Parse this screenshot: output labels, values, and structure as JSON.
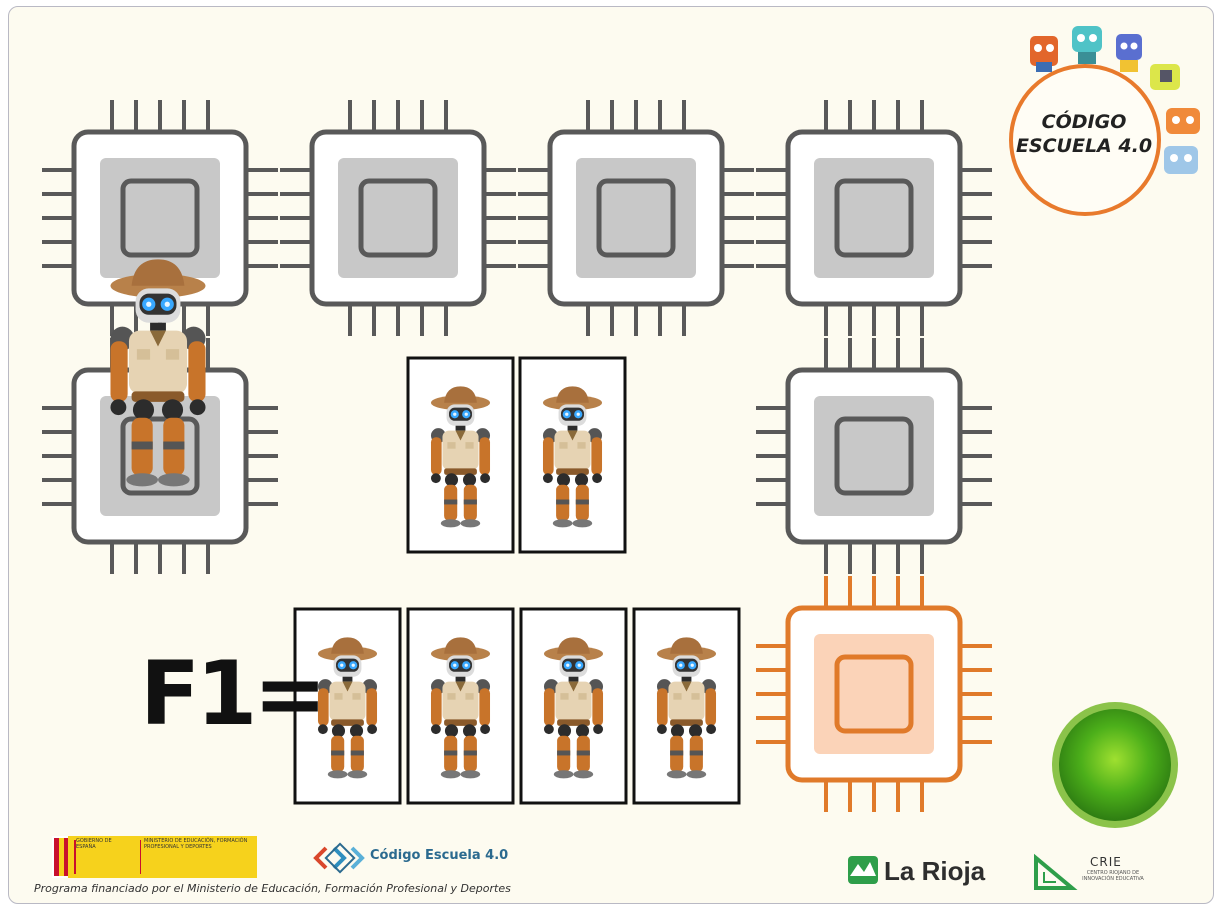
{
  "logo": {
    "title_line1": "CÓDIGO",
    "title_line2": "ESCUELA 4.0"
  },
  "program": {
    "function_label": "F1="
  },
  "board": {
    "tiles": [
      {
        "id": "tile-1-1",
        "state": "normal"
      },
      {
        "id": "tile-1-2",
        "state": "normal"
      },
      {
        "id": "tile-1-3",
        "state": "normal"
      },
      {
        "id": "tile-1-4",
        "state": "normal"
      },
      {
        "id": "tile-2-1",
        "state": "start"
      },
      {
        "id": "tile-2-4",
        "state": "normal"
      },
      {
        "id": "tile-3-4",
        "state": "goal"
      }
    ]
  },
  "cards": {
    "upper_count": 2,
    "function_count": 4
  },
  "colors": {
    "background": "#fdfbf0",
    "tile_stroke": "#595959",
    "tile_inner": "#c8c8c8",
    "goal_stroke": "#e07a2a",
    "goal_inner": "#fbd3b8",
    "go_button": "#4caf1a"
  },
  "footer": {
    "credit": "Programa financiado por el Ministerio de Educación, Formación Profesional y Deportes",
    "gov_label": "GOBIERNO DE ESPAÑA",
    "ministry_label": "MINISTERIO DE EDUCACIÓN, FORMACIÓN PROFESIONAL Y DEPORTES",
    "cee_label": "Código Escuela 4.0",
    "rioja_label": "La Rioja",
    "crie_label": "CRIE",
    "crie_sub": "CENTRO RIOJANO DE INNOVACIÓN EDUCATIVA"
  }
}
